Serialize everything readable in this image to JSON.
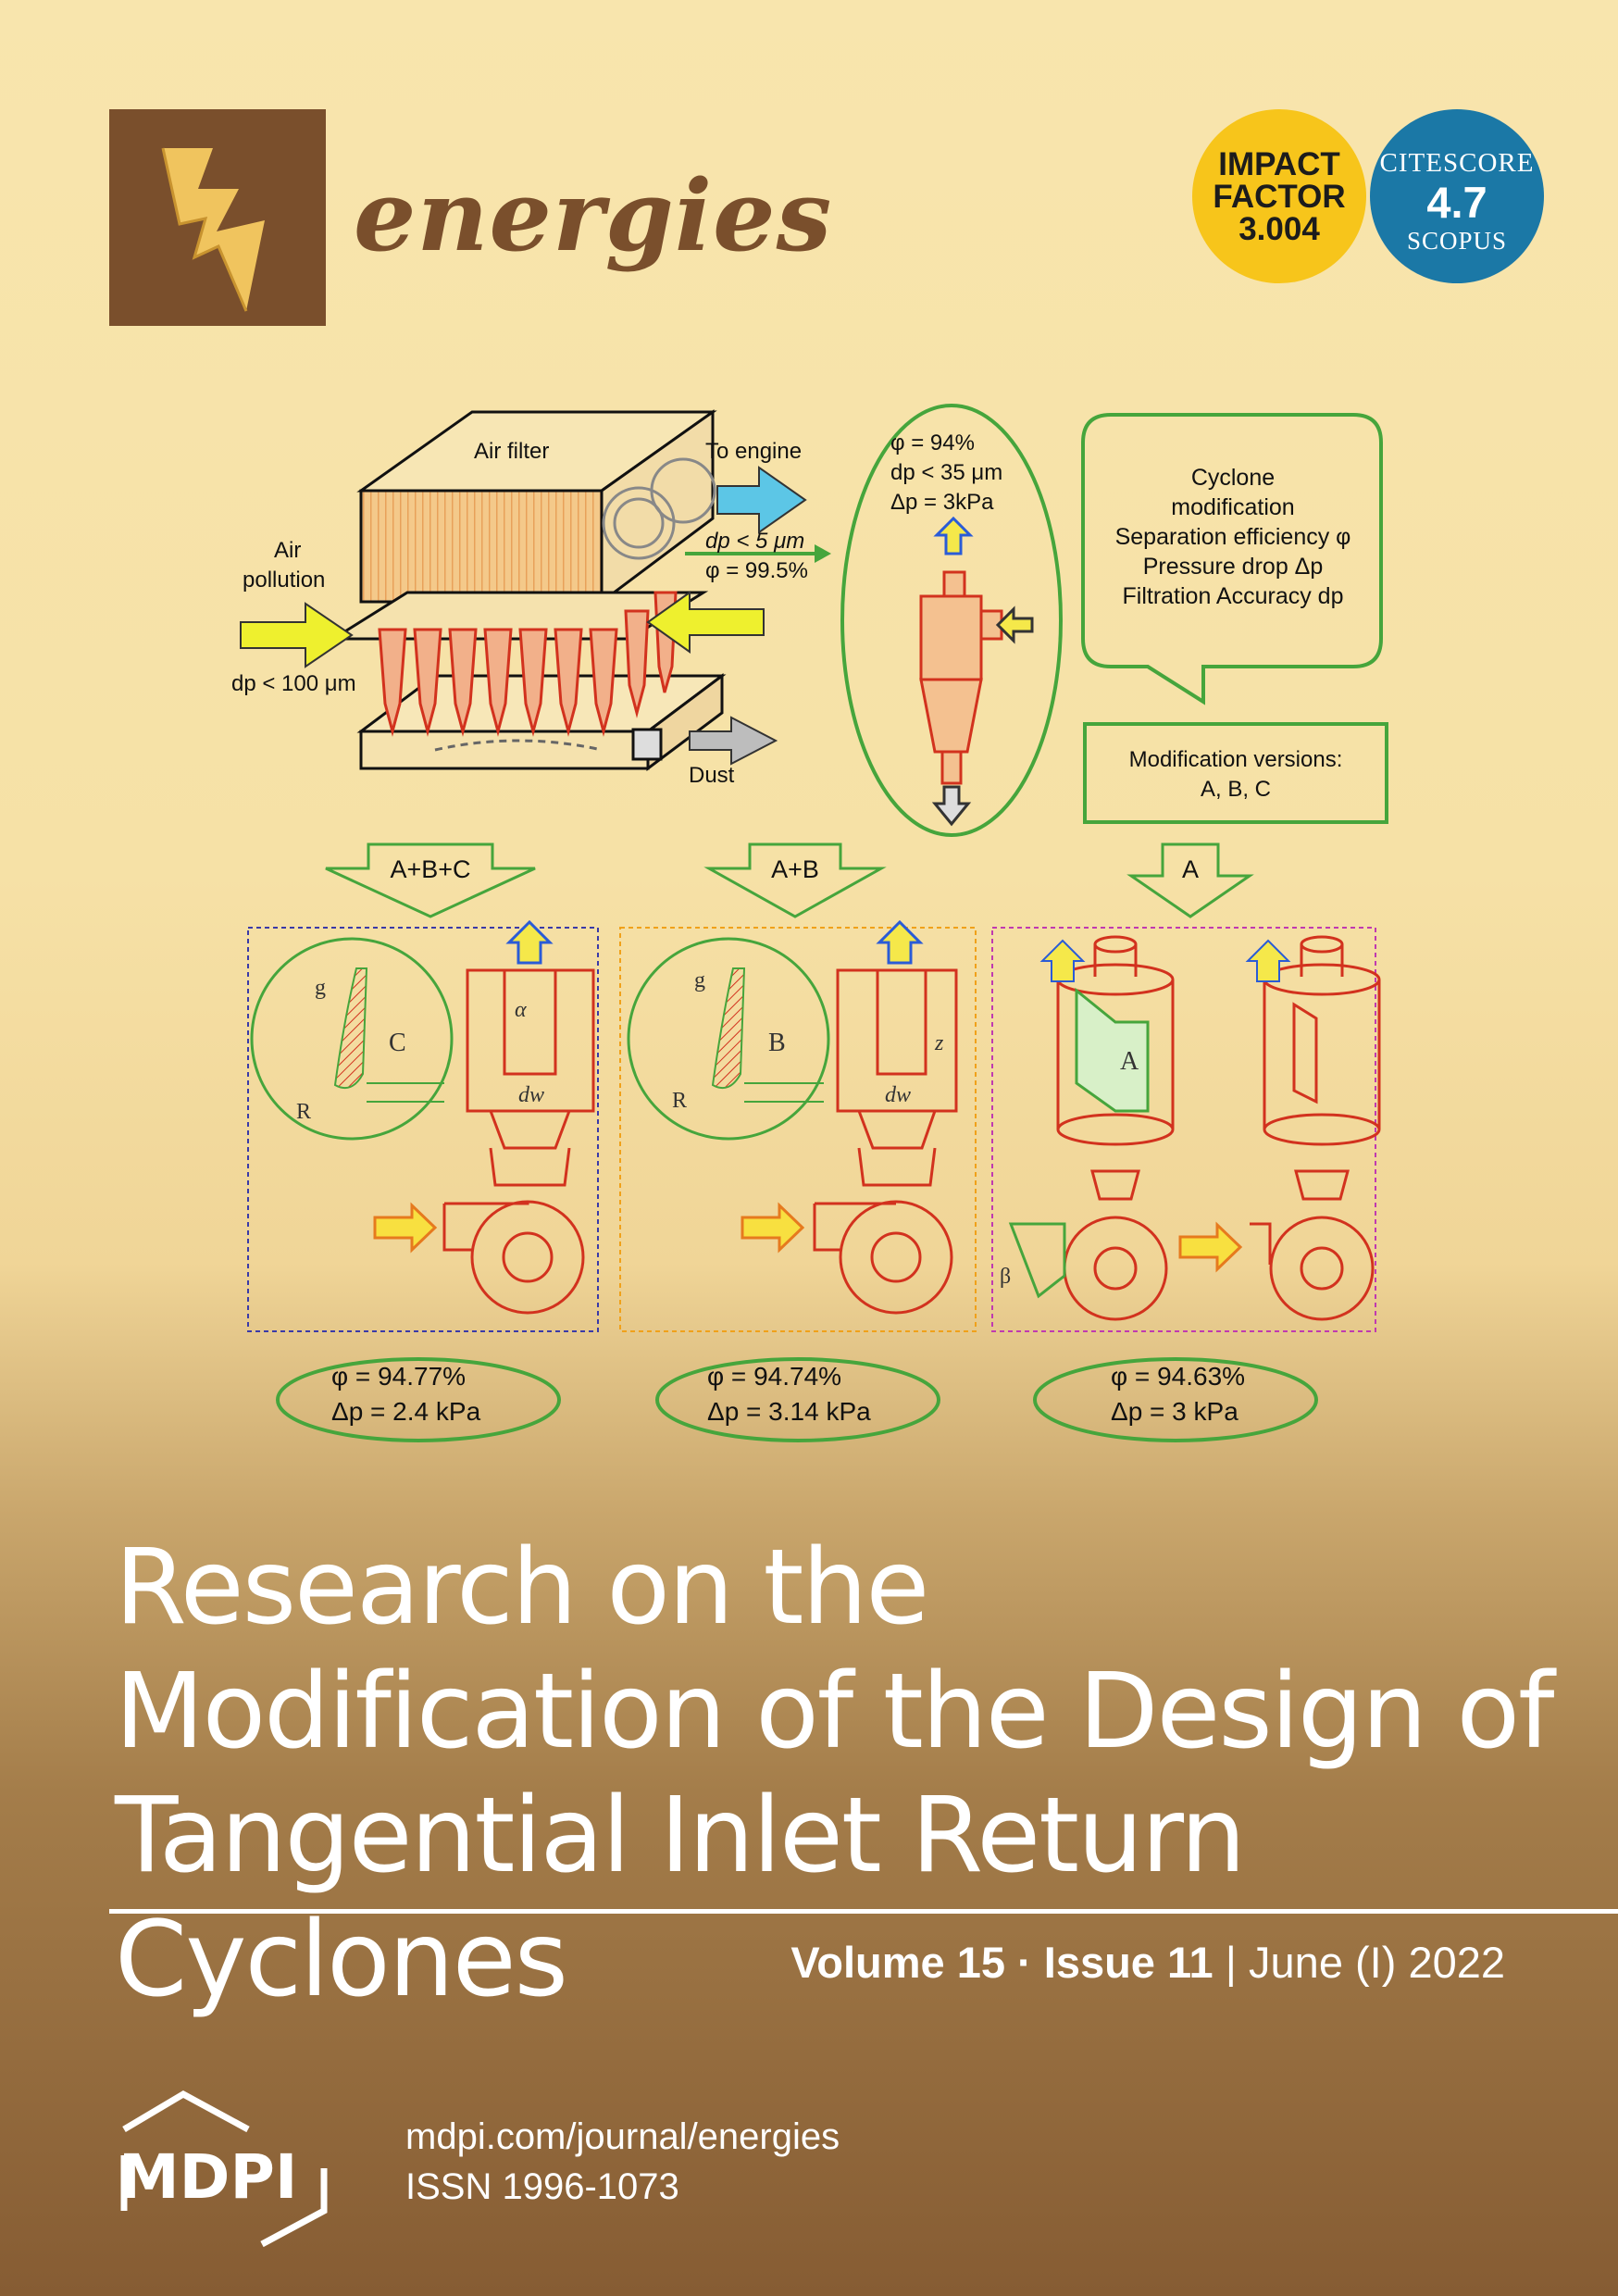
{
  "journal": {
    "name": "energies"
  },
  "badges": {
    "impact": {
      "line1": "IMPACT",
      "line2": "FACTOR",
      "value": "3.004"
    },
    "citescore": {
      "label": "CITESCORE",
      "value": "4.7",
      "source": "SCOPUS"
    }
  },
  "figure": {
    "air_filter": "Air filter",
    "to_engine": "To engine",
    "air_pollution_1": "Air",
    "air_pollution_2": "pollution",
    "dp_input": "dp < 100 μm",
    "dust": "Dust",
    "spec_dp": "dp < 5 μm",
    "spec_phi": "φ = 99.5%",
    "cyclone_phi": "φ = 94%",
    "cyclone_dp": "dp < 35 μm",
    "cyclone_dpress": "Δp = 3kPa",
    "bubble_lines": [
      "Cyclone",
      "modification",
      "Separation efficiency φ",
      "Pressure drop Δp",
      "Filtration Accuracy dp"
    ],
    "versions_lines": [
      "Modification versions:",
      "A, B, C"
    ],
    "arrows": [
      "A+B+C",
      "A+B",
      "A"
    ],
    "results": [
      {
        "phi": "φ = 94.77%",
        "dp": "Δp = 2.4 kPa"
      },
      {
        "phi": "φ = 94.74%",
        "dp": "Δp = 3.14 kPa"
      },
      {
        "phi": "φ = 94.63%",
        "dp": "Δp = 3 kPa"
      }
    ],
    "detail_labels": {
      "g": "g",
      "R": "R",
      "alpha": "α",
      "dw": "dw",
      "z": "z",
      "beta": "β",
      "C": "C",
      "B": "B",
      "A": "A"
    }
  },
  "article": {
    "title": "Research on the Modification of the Design of Tangential Inlet Return Cyclones"
  },
  "issue": {
    "volume": "Volume 15",
    "issue": "Issue 11",
    "sep": "·",
    "bar": "|",
    "date": "June (I) 2022"
  },
  "publisher": {
    "name": "MDPI",
    "url": "mdpi.com/journal/energies",
    "issn": "ISSN 1996-1073"
  },
  "colors": {
    "brown": "#7a4f2c",
    "impact_yellow": "#f7c51b",
    "citescore_blue": "#1b78a6",
    "drawing_red": "#d2321e",
    "outline_green": "#46a53c"
  }
}
